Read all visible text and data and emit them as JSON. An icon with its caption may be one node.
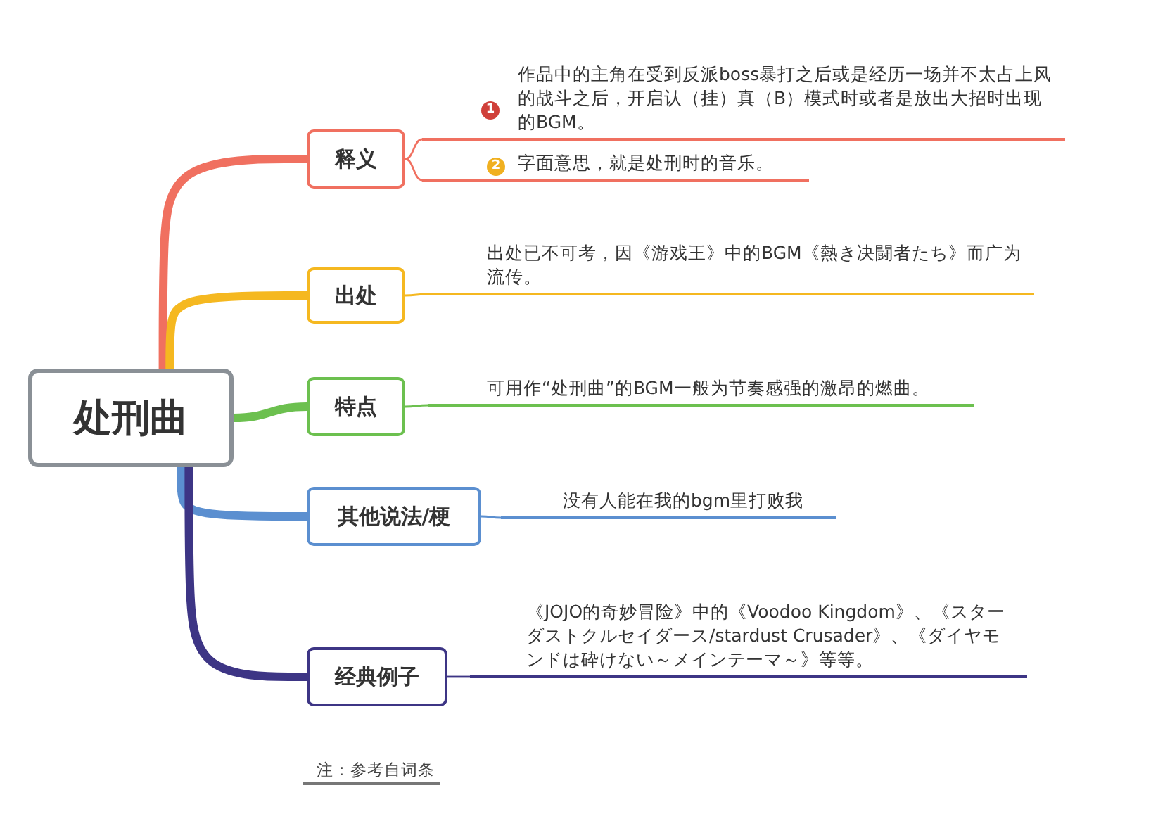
{
  "diagram": {
    "nodes": [
      {
        "text": [
          "处刑曲"
        ]
      },
      {
        "text": [
          "释义"
        ]
      },
      {
        "text": [
          "出处"
        ]
      },
      {
        "text": [
          "特点"
        ]
      },
      {
        "text": [
          "其他说法/梗"
        ]
      },
      {
        "text": [
          "经典例子"
        ]
      },
      {
        "text": [
          "1",
          "作品中的主角在受到反派boss暴打之后或是经历一场并不太占上风的战斗之后，开启认（挂）真（B）模式时或者是放出大招时出现的BGM。"
        ]
      },
      {
        "text": [
          "2",
          "字面意思，就是处刑时的音乐。"
        ]
      },
      {
        "text": [
          "出处已不可考，因《游戏王》中的BGM《熱き决闘者たち》而广为流传。"
        ]
      },
      {
        "text": [
          "可用作“处刑曲”的BGM一般为节奏感强的激昂的燃曲。"
        ]
      },
      {
        "text": [
          "没有人能在我的bgm里打败我"
        ]
      },
      {
        "text": [
          "《JOJO的奇妙冒险》中的《Voodoo Kingdom》、《スターダストクルセイダース/stardust Crusader》、《ダイヤモンドは砕けない～メインテーマ～》等等。"
        ]
      }
    ],
    "edges": [
      {
        "from": 0,
        "to": 1,
        "arrow": "none",
        "style": "thick",
        "color": "#f07060"
      },
      {
        "from": 0,
        "to": 2,
        "arrow": "none",
        "style": "thick",
        "color": "#f5b820"
      },
      {
        "from": 0,
        "to": 3,
        "arrow": "none",
        "style": "thick",
        "color": "#6cc04f"
      },
      {
        "from": 0,
        "to": 4,
        "arrow": "none",
        "style": "thick",
        "color": "#5b8fd0"
      },
      {
        "from": 0,
        "to": 5,
        "arrow": "none",
        "style": "thick",
        "color": "#3d3585"
      },
      {
        "from": 1,
        "to": 6,
        "arrow": "none",
        "color": "#f07060"
      },
      {
        "from": 1,
        "to": 7,
        "arrow": "none",
        "color": "#f07060"
      },
      {
        "from": 2,
        "to": 8,
        "arrow": "none",
        "color": "#f5b820"
      },
      {
        "from": 3,
        "to": 9,
        "arrow": "none",
        "color": "#6cc04f"
      },
      {
        "from": 4,
        "to": 10,
        "arrow": "none",
        "color": "#5b8fd0"
      },
      {
        "from": 5,
        "to": 11,
        "arrow": "none",
        "color": "#3d3585"
      }
    ],
    "labels": [
      "注：参考自词条"
    ]
  }
}
